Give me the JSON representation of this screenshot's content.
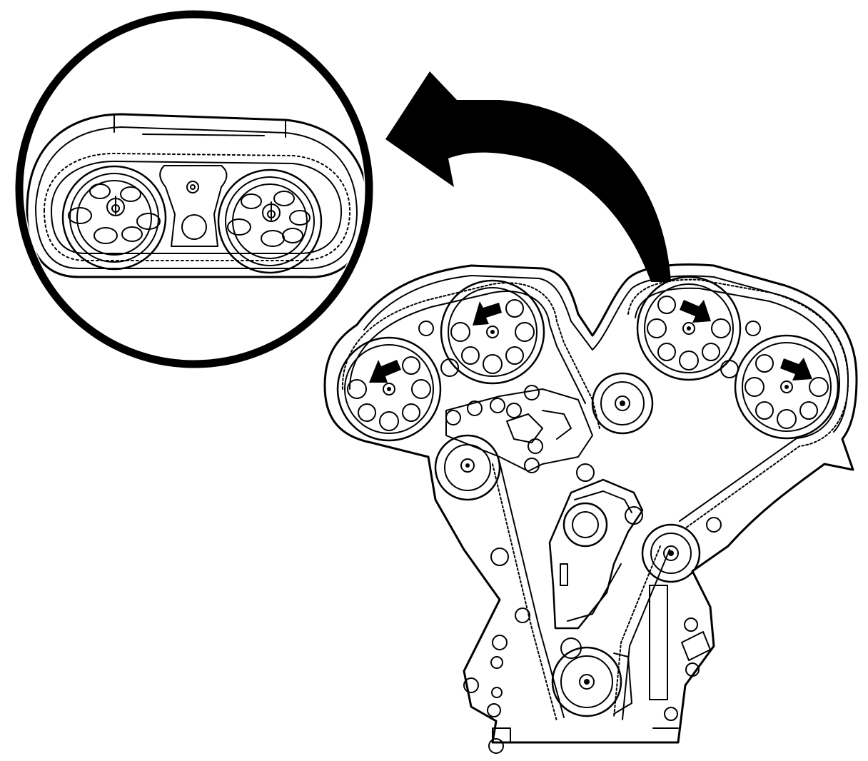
{
  "figure": {
    "type": "technical-line-drawing",
    "subject": "timing-belt-camshaft-alignment",
    "colors": {
      "ink": "#000000",
      "background": "#ffffff"
    },
    "detail_view": {
      "camshaft_sprockets_shown": 2,
      "icon": "magnifier-circle-icon"
    },
    "main_view": {
      "camshaft_sprockets": 4,
      "marked_positions": 4,
      "marker_icon": "arrow-marker-icon"
    },
    "callout_icon": "curved-arrow-icon",
    "text_labels": []
  }
}
